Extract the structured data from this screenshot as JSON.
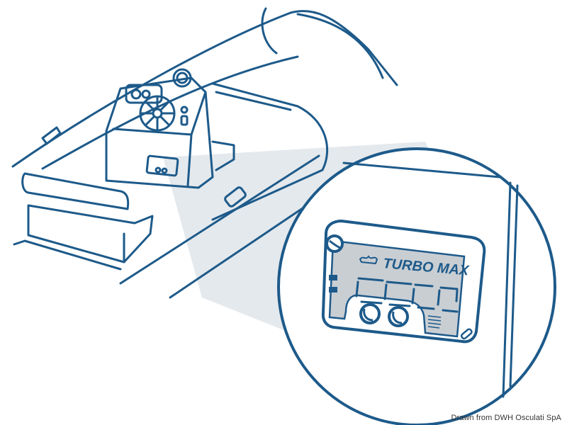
{
  "figure": {
    "subject": "Inflatable boat with center console and zoomed detail of control panel",
    "device": {
      "brand_text": "TURBO MAX",
      "logo_icon": "wave-logo-icon",
      "display_digits": 4,
      "buttons": 2,
      "indicator_leds": 2
    },
    "credit": "Drawn from DWH Osculati SpA"
  },
  "colors": {
    "line": "#1d5a8a",
    "screen": "#c9ced3",
    "shadow": "#dfe5ea",
    "background": "#ffffff",
    "fill": "#f7fafc"
  }
}
